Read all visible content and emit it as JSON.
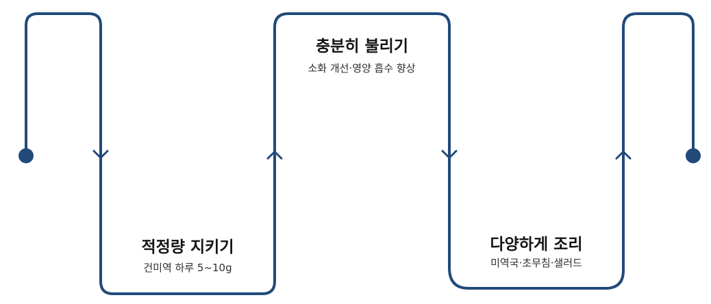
{
  "colors": {
    "line": "#214a7a",
    "title_text": "#141414",
    "desc_text": "#2e2e2e",
    "background": "#ffffff"
  },
  "steps": [
    {
      "title": "적정량 지키기",
      "description": "건미역 하루 5~10g"
    },
    {
      "title": "충분히 불리기",
      "description": "소화 개선·영양 흡수 향상"
    },
    {
      "title": "다양하게 조리",
      "description": "미역국·초무침·샐러드"
    }
  ]
}
